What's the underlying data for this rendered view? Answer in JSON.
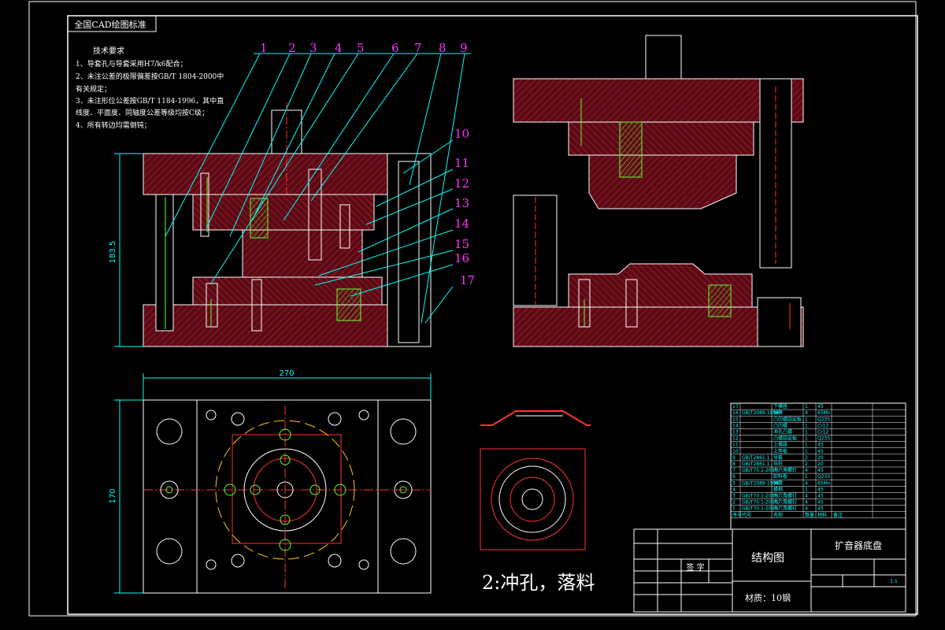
{
  "sheet": {
    "corner_label": "全国CAD绘图标准",
    "tech_req_title": "技术要求",
    "tech_req_lines": [
      "1、导套孔与导套采用H7/k6配合；",
      "2、未注公差的极限偏差按GB/T 1804-2000中",
      "    有关规定；",
      "3、未注形位公差按GB/T 1184-1996，其中直",
      "    线度、平面度、同轴度公差等级均按C级；",
      "4、所有转边均需倒钝；"
    ]
  },
  "callouts": [
    "1",
    "2",
    "3",
    "4",
    "5",
    "6",
    "7",
    "8",
    "9",
    "10",
    "11",
    "12",
    "13",
    "14",
    "15",
    "16",
    "17"
  ],
  "dimensions": {
    "height": "183.5",
    "width": "270",
    "depth": "170"
  },
  "process_label": "2:冲孔，落料",
  "title_block": {
    "drawing_name": "结构图",
    "part_name": "扩音器底盘",
    "material": "材质：10钢",
    "scale": "1:1",
    "signature_label": "签 字"
  },
  "bom": {
    "rows": [
      [
        "17",
        "",
        "下模座",
        "1",
        "45",
        ""
      ],
      [
        "16",
        "GB/T2089-1994",
        "弹簧",
        "4",
        "65Mn",
        ""
      ],
      [
        "15",
        "",
        "凸凹模固定板",
        "1",
        "Q235",
        ""
      ],
      [
        "14",
        "",
        "凸凹模",
        "1",
        "Cr12",
        ""
      ],
      [
        "13",
        "",
        "冲孔凸模",
        "1",
        "Cr12",
        ""
      ],
      [
        "12",
        "",
        "凸模固定板",
        "1",
        "Q235",
        ""
      ],
      [
        "11",
        "",
        "上模座",
        "1",
        "45",
        ""
      ],
      [
        "10",
        "",
        "上垫板",
        "1",
        "45",
        ""
      ],
      [
        "9",
        "GB/T2861.1",
        "导套",
        "2",
        "20",
        ""
      ],
      [
        "8",
        "GB/T2861.1",
        "导柱",
        "2",
        "20",
        ""
      ],
      [
        "7",
        "GB/T70.1-2000",
        "内六角螺钉",
        "4",
        "45",
        ""
      ],
      [
        "6",
        "",
        "卸料板",
        "1",
        "Q235",
        ""
      ],
      [
        "5",
        "GB/T2089-1994",
        "弹簧",
        "4",
        "65Mn",
        ""
      ],
      [
        "4",
        "",
        "模柄",
        "1",
        "45",
        ""
      ],
      [
        "3",
        "GB/T70.1-2000",
        "内六角螺钉",
        "4",
        "45",
        ""
      ],
      [
        "2",
        "GB/T70.1-2000",
        "内六角螺钉",
        "4",
        "45",
        ""
      ],
      [
        "1",
        "GB/T70.1-2000",
        "内六角螺钉",
        "4",
        "45",
        ""
      ]
    ],
    "header": [
      "序号",
      "代号",
      "名称",
      "数量",
      "材料",
      "备注"
    ]
  }
}
